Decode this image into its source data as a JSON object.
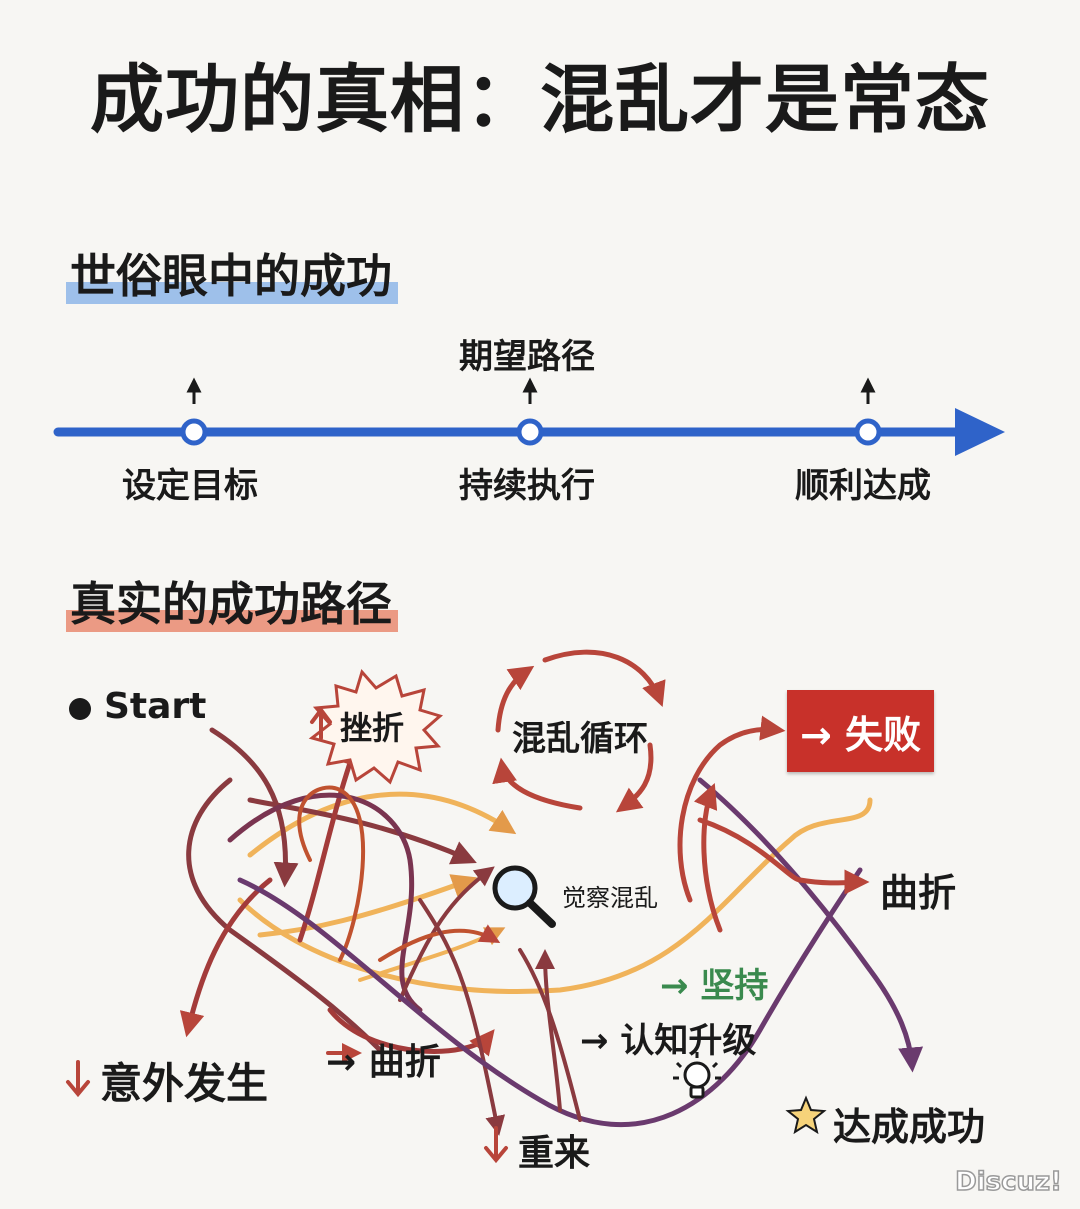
{
  "title": "成功的真相：混乱才是常态",
  "worldly": {
    "heading": "世俗眼中的成功",
    "expected_label": "期望路径",
    "steps": [
      "设定目标",
      "持续执行",
      "顺利达成"
    ]
  },
  "real": {
    "heading": "真实的成功路径",
    "start": "Start",
    "setback": "挫折",
    "chaos_cycle": "混乱循环",
    "failure": "→ 失败",
    "twist_right": "曲折",
    "awareness": "觉察混乱",
    "persist": "→ 坚持",
    "cognition": "→ 认知升级",
    "accident": "意外发生",
    "twist_bottom": "→ 曲折",
    "restart": "重来",
    "success": "达成成功"
  },
  "colors": {
    "axis": "#2f63c9",
    "heading_bar_blue": "#9ec0ea",
    "heading_bar_red": "#eb9a84",
    "fail_bg": "#c8312a",
    "persist_green": "#3a8a4e",
    "arrow_red": "#b8453a"
  },
  "watermark": "Discuz!"
}
